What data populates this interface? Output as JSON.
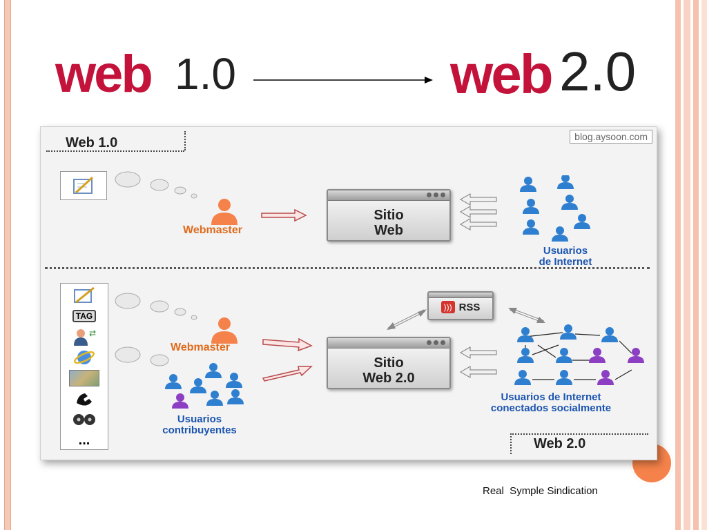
{
  "headline": {
    "left_logo": "web",
    "left_version": "1.0",
    "right_logo": "web",
    "right_version": "2.0"
  },
  "figure": {
    "watermark": "blog.aysoon.com",
    "web1": {
      "panel_label": "Web 1.0",
      "author_label": "Webmaster",
      "site_line1": "Sitio",
      "site_line2": "Web",
      "users_line1": "Usuarios",
      "users_line2": "de Internet"
    },
    "web2": {
      "panel_label": "Web 2.0",
      "author_label": "Webmaster",
      "contrib_line1": "Usuarios",
      "contrib_line2": "contribuyentes",
      "site_line1": "Sitio",
      "site_line2": "Web 2.0",
      "rss_label": "RSS",
      "social_line1": "Usuarios de Internet",
      "social_line2": "conectados socialmente",
      "tools": [
        "pencil-note-icon",
        "tag-icon",
        "user-exchange-icon",
        "internet-explorer-icon",
        "map-icon",
        "phone-icon",
        "film-reel-icon",
        "more-icon"
      ],
      "tag_label": "TAG",
      "more_label": "..."
    }
  },
  "footnote": "Real  Symple Sindication",
  "colors": {
    "brand_red": "#c4133a",
    "accent_orange": "#f5824a",
    "user_blue": "#2f7fd0",
    "user_purple": "#8c3fc2"
  }
}
